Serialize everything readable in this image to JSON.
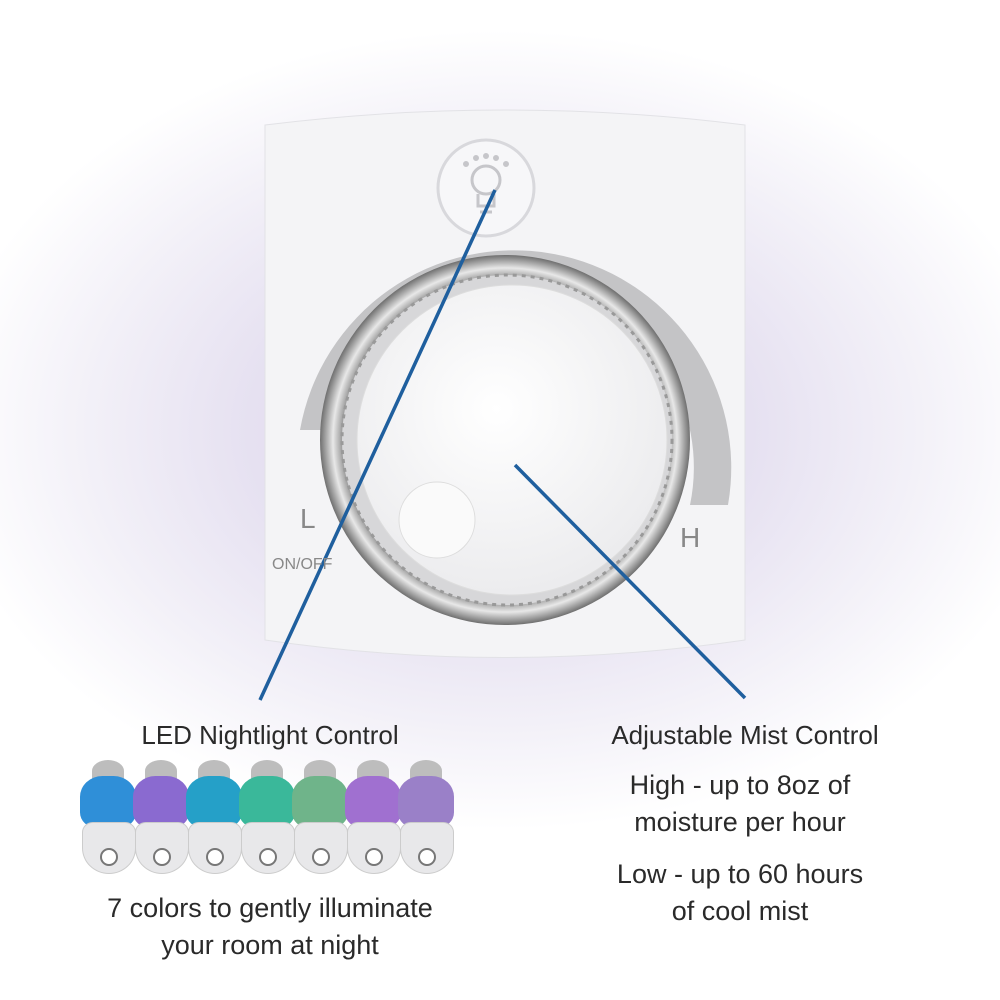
{
  "panel": {
    "low_label": "L",
    "high_label": "H",
    "power_label": "ON/OFF",
    "nightlight_icon": "lightbulb-icon"
  },
  "left": {
    "title": "LED Nightlight Control",
    "description_line1": "7 colors to gently illuminate",
    "description_line2": "your room at night"
  },
  "right": {
    "title": "Adjustable Mist Control",
    "high_line1": "High - up to 8oz of",
    "high_line2": "moisture per hour",
    "low_line1": "Low - up to 60 hours",
    "low_line2": "of cool mist"
  },
  "colors": {
    "callout_line": "#1f5f9e",
    "light_colors": [
      "#2f8fd8",
      "#8a6ad0",
      "#25a0c8",
      "#3ab89a",
      "#8fc46a",
      "#a070d0",
      "#c080c8"
    ]
  }
}
